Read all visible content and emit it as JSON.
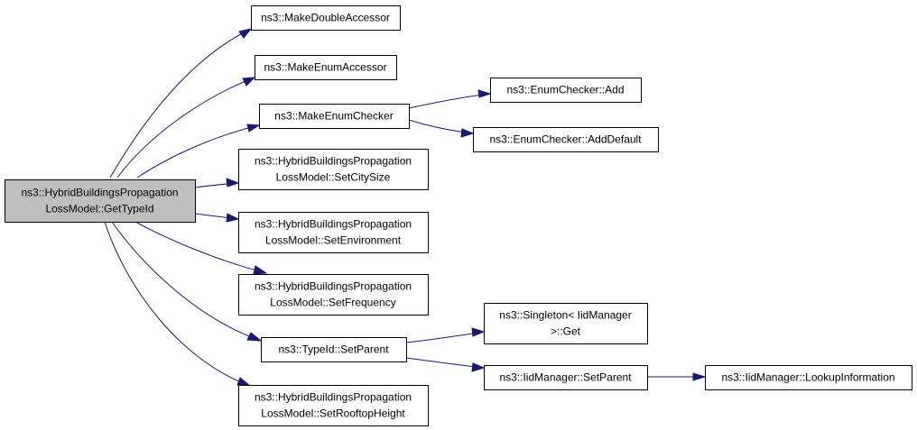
{
  "graph": {
    "root": {
      "id": "root",
      "lines": [
        "ns3::HybridBuildingsPropagation",
        "LossModel::GetTypeId"
      ]
    },
    "nodes": [
      {
        "id": "make_double_accessor",
        "lines": [
          "ns3::MakeDoubleAccessor"
        ]
      },
      {
        "id": "make_enum_accessor",
        "lines": [
          "ns3::MakeEnumAccessor"
        ]
      },
      {
        "id": "make_enum_checker",
        "lines": [
          "ns3::MakeEnumChecker"
        ]
      },
      {
        "id": "enum_checker_add",
        "lines": [
          "ns3::EnumChecker::Add"
        ]
      },
      {
        "id": "enum_checker_add_default",
        "lines": [
          "ns3::EnumChecker::AddDefault"
        ]
      },
      {
        "id": "set_city_size",
        "lines": [
          "ns3::HybridBuildingsPropagation",
          "LossModel::SetCitySize"
        ]
      },
      {
        "id": "set_environment",
        "lines": [
          "ns3::HybridBuildingsPropagation",
          "LossModel::SetEnvironment"
        ]
      },
      {
        "id": "set_frequency",
        "lines": [
          "ns3::HybridBuildingsPropagation",
          "LossModel::SetFrequency"
        ]
      },
      {
        "id": "typeid_set_parent",
        "lines": [
          "ns3::TypeId::SetParent"
        ]
      },
      {
        "id": "singleton_get",
        "lines": [
          "ns3::Singleton< IidManager",
          ">::Get"
        ]
      },
      {
        "id": "iidmanager_set_parent",
        "lines": [
          "ns3::IidManager::SetParent"
        ]
      },
      {
        "id": "iidmanager_lookup",
        "lines": [
          "ns3::IidManager::LookupInformation"
        ]
      },
      {
        "id": "set_rooftop_height",
        "lines": [
          "ns3::HybridBuildingsPropagation",
          "LossModel::SetRooftopHeight"
        ]
      }
    ],
    "edges": [
      {
        "from": "root",
        "to": "make_double_accessor"
      },
      {
        "from": "root",
        "to": "make_enum_accessor"
      },
      {
        "from": "root",
        "to": "make_enum_checker"
      },
      {
        "from": "make_enum_checker",
        "to": "enum_checker_add"
      },
      {
        "from": "make_enum_checker",
        "to": "enum_checker_add_default"
      },
      {
        "from": "root",
        "to": "set_city_size"
      },
      {
        "from": "root",
        "to": "set_environment"
      },
      {
        "from": "root",
        "to": "set_frequency"
      },
      {
        "from": "root",
        "to": "typeid_set_parent"
      },
      {
        "from": "typeid_set_parent",
        "to": "singleton_get"
      },
      {
        "from": "typeid_set_parent",
        "to": "iidmanager_set_parent"
      },
      {
        "from": "iidmanager_set_parent",
        "to": "iidmanager_lookup"
      },
      {
        "from": "root",
        "to": "set_rooftop_height"
      }
    ],
    "colors": {
      "edge": "#191970",
      "root_fill": "#bfbfbf",
      "node_fill": "#ffffff",
      "node_border": "#000000"
    }
  }
}
